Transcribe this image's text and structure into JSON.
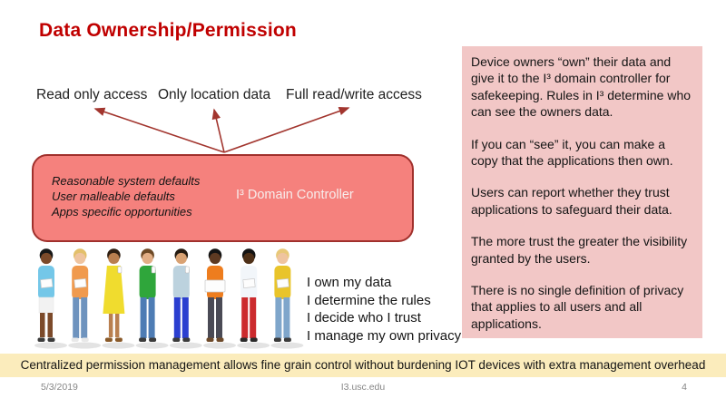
{
  "slide": {
    "title": "Data Ownership/Permission",
    "access_labels": [
      "Read only access",
      "Only location data",
      "Full read/write access"
    ],
    "controller_box": {
      "defaults": [
        "Reasonable system defaults",
        "User malleable defaults",
        "Apps specific opportunities"
      ],
      "label": "I³ Domain Controller"
    },
    "ownership_lines": [
      "I own my data",
      "I determine the rules",
      "I decide who I trust",
      "I manage my own privacy"
    ],
    "side_panel": {
      "paragraphs": [
        "Device owners “own” their data and give it to the I³ domain controller for safekeeping.  Rules in  I³ determine who can see the owners data.",
        "If you can “see” it, you can make a copy that the applications then own.",
        "Users can report whether they trust applications to safeguard their data.",
        "The more trust the greater the visibility granted by the users.",
        "There is no single definition of privacy that applies to all users and all applications."
      ]
    },
    "banner_text": "Centralized permission management allows fine grain control without burdening IOT devices with extra management overhead",
    "footer": {
      "date": "5/3/2019",
      "site": "I3.usc.edu",
      "page": "4"
    }
  },
  "colors": {
    "title": "#C00000",
    "arrow": "#A2352E",
    "box_fill": "#F5817D",
    "box_border": "#A0302C",
    "box_label_text": "#F7EDEC",
    "panel_bg": "#F2C7C6",
    "banner_bg": "#FBECBC",
    "footer_text": "#868686"
  },
  "people": {
    "alt": "group of diverse people standing and using mobile devices",
    "figures": [
      {
        "skin": "#7C4A2A",
        "hair": "#171717",
        "shirt": "#74C7E8",
        "pants": "#F2F2F2",
        "legs": "shorts",
        "shoes": "#3B3B3B",
        "device": "tablet"
      },
      {
        "skin": "#EFC49F",
        "hair": "#E3C06B",
        "shirt": "#F09A4E",
        "pants": "#6E93BE",
        "legs": "pants",
        "shoes": "#E8E8E8",
        "device": "tablet"
      },
      {
        "skin": "#B97F4F",
        "hair": "#2E1F12",
        "shirt": "#F0DC2E",
        "pants": "#B97F4F",
        "legs": "dress",
        "shoes": "#8A5A2A",
        "device": "phone"
      },
      {
        "skin": "#E2AE85",
        "hair": "#6E4A26",
        "shirt": "#2FA63B",
        "pants": "#4E7CB4",
        "legs": "pants",
        "shoes": "#3B3B3B",
        "device": "phone"
      },
      {
        "skin": "#D9A273",
        "hair": "#241A10",
        "shirt": "#BCD2DE",
        "pants": "#2B3FD0",
        "legs": "pants",
        "shoes": "#3B3B3B",
        "device": "phone"
      },
      {
        "skin": "#5E3A22",
        "hair": "#141414",
        "shirt": "#EE7D1E",
        "pants": "#4A4A55",
        "legs": "pants",
        "shoes": "#6E4A2A",
        "device": "laptop"
      },
      {
        "skin": "#4E3018",
        "hair": "#141414",
        "shirt": "#F2F6FA",
        "pants": "#CC2B2E",
        "legs": "pants",
        "shoes": "#2B2B2B",
        "device": "tablet"
      },
      {
        "skin": "#EFC49F",
        "hair": "#E8C878",
        "shirt": "#E9C42A",
        "pants": "#7FA6CB",
        "legs": "pants",
        "shoes": "#3B3B3B",
        "device": "tablet"
      }
    ]
  }
}
